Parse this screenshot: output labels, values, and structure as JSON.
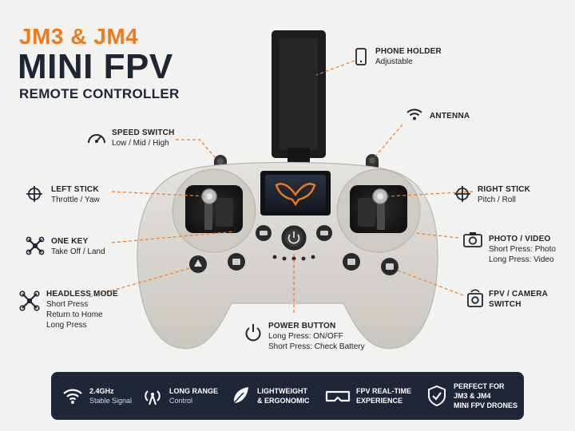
{
  "title": {
    "line1": "JM3 & JM4",
    "line2": "MINI FPV",
    "line3": "REMOTE CONTROLLER"
  },
  "labels": {
    "phone_holder": {
      "title": "PHONE HOLDER",
      "sub": "Adjustable"
    },
    "antenna": {
      "title": "ANTENNA"
    },
    "speed_switch": {
      "title": "SPEED SWITCH",
      "sub": "Low / Mid / High"
    },
    "left_stick": {
      "title": "LEFT STICK",
      "sub": "Throttle / Yaw"
    },
    "right_stick": {
      "title": "RIGHT STICK",
      "sub": "Pitch / Roll"
    },
    "one_key": {
      "title": "ONE KEY",
      "sub": "Take Off / Land"
    },
    "photo_video": {
      "title": "PHOTO / VIDEO",
      "sub1": "Short Press: Photo",
      "sub2": "Long Press: Video"
    },
    "headless_mode": {
      "title": "HEADLESS MODE",
      "sub1": "Short Press",
      "sub2": "Return to Home",
      "sub3": "Long Press"
    },
    "fpv_camera": {
      "title1": "FPV / CAMERA",
      "title2": "SWITCH"
    },
    "power_button": {
      "title": "POWER BUTTON",
      "sub1": "Long Press: ON/OFF",
      "sub2": "Short Press: Check Battery"
    }
  },
  "features": [
    {
      "title": "2.4GHz",
      "sub": "Stable Signal",
      "icon": "wifi-icon"
    },
    {
      "title": "LONG RANGE",
      "sub": "Control",
      "icon": "signal-tower-icon"
    },
    {
      "title": "LIGHTWEIGHT",
      "sub": "& ERGONOMIC",
      "icon": "feather-icon"
    },
    {
      "title": "FPV REAL-TIME",
      "sub": "EXPERIENCE",
      "icon": "vr-goggles-icon"
    },
    {
      "title": "PERFECT FOR",
      "sub": "JM3 & JM4",
      "sub2": "MINI FPV DRONES",
      "icon": "shield-check-icon"
    }
  ],
  "colors": {
    "accent": "#f07a1e",
    "dark": "#1e2633",
    "bar": "#1e2638",
    "controller": "#d8d6d0"
  }
}
